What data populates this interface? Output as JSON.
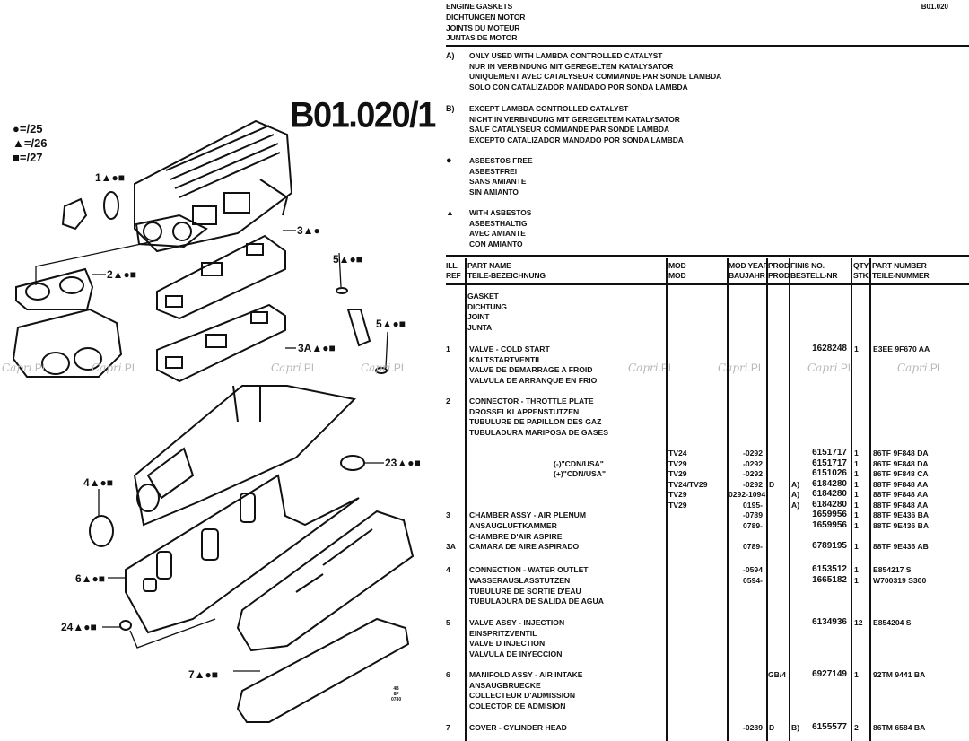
{
  "page_code": "B01.020",
  "diagram": {
    "title": "B01.020/1",
    "legend": [
      {
        "symbol": "●",
        "icon": "circle",
        "text": "=/25"
      },
      {
        "symbol": "▲",
        "icon": "triangle",
        "text": "=/26"
      },
      {
        "symbol": "■",
        "icon": "square",
        "text": "=/27"
      }
    ],
    "callouts": [
      {
        "id": "1",
        "label": "1▲●■"
      },
      {
        "id": "2",
        "label": "2▲●■"
      },
      {
        "id": "3",
        "label": "3▲●"
      },
      {
        "id": "3A",
        "label": "3A▲●■"
      },
      {
        "id": "4",
        "label": "4▲●■"
      },
      {
        "id": "5a",
        "label": "5▲●■"
      },
      {
        "id": "5b",
        "label": "5▲●■"
      },
      {
        "id": "6",
        "label": "6▲●■"
      },
      {
        "id": "7",
        "label": "7▲●■"
      },
      {
        "id": "23",
        "label": "23▲●■"
      },
      {
        "id": "24",
        "label": "24▲●■"
      }
    ],
    "small_print": [
      "4B",
      "8F",
      "0780"
    ]
  },
  "watermark": "Capri.PL",
  "section_title": [
    "ENGINE GASKETS",
    "DICHTUNGEN MOTOR",
    "JOINTS DU MOTEUR",
    "JUNTAS DE MOTOR"
  ],
  "footnotes": [
    {
      "key": "A)",
      "lines": [
        "ONLY USED WITH LAMBDA CONTROLLED CATALYST",
        "NUR IN VERBINDUNG MIT GEREGELTEM KATALYSATOR",
        "UNIQUEMENT AVEC CATALYSEUR COMMANDE PAR SONDE LAMBDA",
        "SOLO CON CATALIZADOR MANDADO POR SONDA LAMBDA"
      ]
    },
    {
      "key": "B)",
      "lines": [
        "EXCEPT LAMBDA CONTROLLED CATALYST",
        "NICHT IN VERBINDUNG MIT GEREGELTEM KATALYSATOR",
        "SAUF CATALYSEUR COMMANDE PAR SONDE LAMBDA",
        "EXCEPTO CATALIZADOR MANDADO POR SONDA LAMBDA"
      ]
    },
    {
      "key": "●",
      "lines": [
        "ASBESTOS FREE",
        "ASBESTFREI",
        "SANS AMIANTE",
        "SIN AMIANTO"
      ]
    },
    {
      "key": "▲",
      "lines": [
        "WITH ASBESTOS",
        "ASBESTHALTIG",
        "AVEC AMIANTE",
        "CON AMIANTO"
      ]
    }
  ],
  "table": {
    "headers": {
      "ill_ref": [
        "ILL.",
        "REF"
      ],
      "part_name": [
        "PART NAME",
        "TEILE-BEZEICHNUNG"
      ],
      "mod": [
        "MOD",
        "MOD"
      ],
      "mod_year": [
        "MOD YEAR",
        "BAUJAHR"
      ],
      "prod": [
        "PROD",
        "PROD"
      ],
      "finis": [
        "FINIS NO.",
        "BESTELL-NR"
      ],
      "qty": [
        "QTY",
        "STK"
      ],
      "part_number": [
        "PART NUMBER",
        "TEILE-NUMMER"
      ]
    },
    "group_heading": [
      "GASKET",
      "DICHTUNG",
      "JOINT",
      "JUNTA"
    ],
    "rows": [
      {
        "ref": "1",
        "name": "VALVE - COLD START",
        "mod": "",
        "year": "",
        "prod": "",
        "note": "",
        "finis": "1628248",
        "qty": "1",
        "pn": "E3EE 9F670 AA"
      },
      {
        "ref": "",
        "name": "KALTSTARTVENTIL"
      },
      {
        "ref": "",
        "name": "VALVE DE DEMARRAGE A FROID"
      },
      {
        "ref": "",
        "name": "VALVULA DE ARRANQUE EN FRIO"
      },
      {
        "ref": "2",
        "name": "CONNECTOR - THROTTLE PLATE"
      },
      {
        "ref": "",
        "name": "DROSSELKLAPPENSTUTZEN"
      },
      {
        "ref": "",
        "name": "TUBULURE DE PAPILLON DES GAZ"
      },
      {
        "ref": "",
        "name": "TUBULADURA MARIPOSA DE GASES"
      },
      {
        "ref": "",
        "name": "",
        "mod": "TV24",
        "year": "-0292",
        "prod": "",
        "note": "",
        "finis": "6151717",
        "qty": "1",
        "pn": "86TF 9F848 DA"
      },
      {
        "ref": "",
        "name": "(-)\"CDN/USA\"",
        "mod": "TV29",
        "year": "-0292",
        "prod": "",
        "note": "",
        "finis": "6151717",
        "qty": "1",
        "pn": "86TF 9F848 DA"
      },
      {
        "ref": "",
        "name": "(+)\"CDN/USA\"",
        "mod": "TV29",
        "year": "-0292",
        "prod": "",
        "note": "",
        "finis": "6151026",
        "qty": "1",
        "pn": "86TF 9F848 CA"
      },
      {
        "ref": "",
        "name": "",
        "mod": "TV24/TV29",
        "year": "-0292",
        "prod": "D",
        "note": "A)",
        "finis": "6184280",
        "qty": "1",
        "pn": "88TF 9F848 AA"
      },
      {
        "ref": "",
        "name": "",
        "mod": "TV29",
        "year": "0292-1094",
        "prod": "",
        "note": "A)",
        "finis": "6184280",
        "qty": "1",
        "pn": "88TF 9F848 AA"
      },
      {
        "ref": "",
        "name": "",
        "mod": "TV29",
        "year": "0195-",
        "prod": "",
        "note": "A)",
        "finis": "6184280",
        "qty": "1",
        "pn": "88TF 9F848 AA"
      },
      {
        "ref": "3",
        "name": "CHAMBER ASSY - AIR PLENUM",
        "mod": "",
        "year": "-0789",
        "prod": "",
        "note": "",
        "finis": "1659956",
        "qty": "1",
        "pn": "88TF 9E436 BA"
      },
      {
        "ref": "",
        "name": "ANSAUGLUFTKAMMER",
        "mod": "",
        "year": "0789-",
        "prod": "",
        "note": "",
        "finis": "1659956",
        "qty": "1",
        "pn": "88TF 9E436 BA"
      },
      {
        "ref": "",
        "name": "CHAMBRE D'AIR ASPIRE"
      },
      {
        "ref": "3A",
        "name": "CAMARA DE AIRE ASPIRADO",
        "mod": "",
        "year": "0789-",
        "prod": "",
        "note": "",
        "finis": "6789195",
        "qty": "1",
        "pn": "88TF 9E436 AB"
      },
      {
        "ref": "4",
        "name": "CONNECTION - WATER OUTLET",
        "mod": "",
        "year": "-0594",
        "prod": "",
        "note": "",
        "finis": "6153512",
        "qty": "1",
        "pn": "E854217 S"
      },
      {
        "ref": "",
        "name": "WASSERAUSLASSTUTZEN",
        "mod": "",
        "year": "0594-",
        "prod": "",
        "note": "",
        "finis": "1665182",
        "qty": "1",
        "pn": "W700319 S300"
      },
      {
        "ref": "",
        "name": "TUBULURE DE SORTIE D'EAU"
      },
      {
        "ref": "",
        "name": "TUBULADURA DE SALIDA DE AGUA"
      },
      {
        "ref": "5",
        "name": "VALVE ASSY - INJECTION",
        "mod": "",
        "year": "",
        "prod": "",
        "note": "",
        "finis": "6134936",
        "qty": "12",
        "pn": "E854204 S"
      },
      {
        "ref": "",
        "name": "EINSPRITZVENTIL"
      },
      {
        "ref": "",
        "name": "VALVE D INJECTION"
      },
      {
        "ref": "",
        "name": "VALVULA DE INYECCION"
      },
      {
        "ref": "6",
        "name": "MANIFOLD ASSY - AIR INTAKE",
        "mod": "",
        "year": "",
        "prod": "GB/4",
        "note": "",
        "finis": "6927149",
        "qty": "1",
        "pn": "92TM 9441 BA"
      },
      {
        "ref": "",
        "name": "ANSAUGBRUECKE"
      },
      {
        "ref": "",
        "name": "COLLECTEUR D'ADMISSION"
      },
      {
        "ref": "",
        "name": "COLECTOR DE ADMISION"
      },
      {
        "ref": "7",
        "name": "COVER - CYLINDER HEAD",
        "mod": "",
        "year": "-0289",
        "prod": "D",
        "note": "B)",
        "finis": "6155577",
        "qty": "2",
        "pn": "86TM 6584 BA"
      }
    ]
  }
}
